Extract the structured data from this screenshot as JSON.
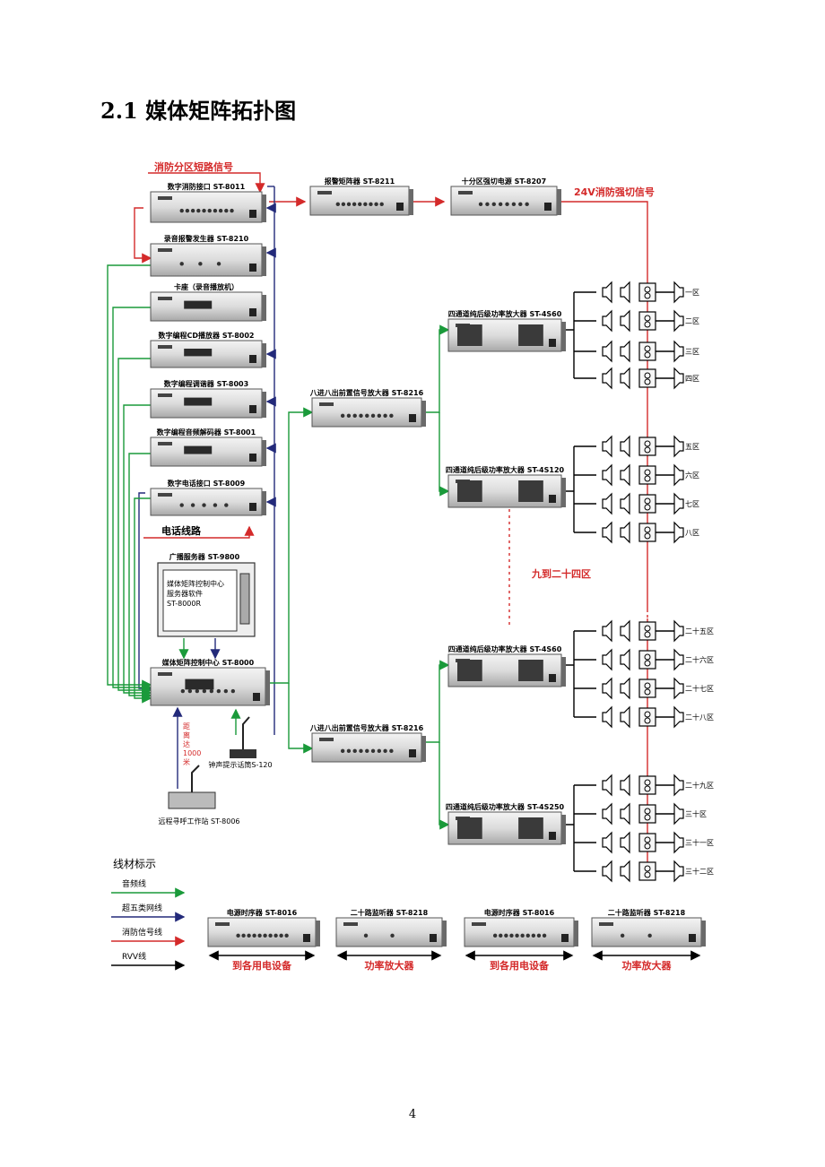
{
  "heading": "2.1  媒体矩阵拓扑图",
  "page_number": "4",
  "colors": {
    "audio": "#1a9a3a",
    "cat5e": "#232a7a",
    "fire": "#d42a2a",
    "rvv": "#000000"
  },
  "signals": {
    "fire_short": "消防分区短路信号",
    "fire_24v": "24V消防强切信号",
    "phone_line": "电话线路",
    "zones_9_24": "九到二十四区"
  },
  "devices": {
    "fire_interface": "数字消防接口 ST-8011",
    "alarm_matrix": "报警矩阵器 ST-8211",
    "power_supply": "十分区强切电源 ST-8207",
    "alarm_generator": "录音报警发生器 ST-8210",
    "cassette": "卡座（录音播放机）",
    "cd_player": "数字编程CD播放器 ST-8002",
    "tuner": "数字编程调谐器 ST-8003",
    "decoder": "数字编程音频解码器 ST-8001",
    "phone_interface": "数字电话接口 ST-8009",
    "server": "广播服务器 ST-9800",
    "server_screen": [
      "媒体矩阵控制中心",
      "服务器软件",
      "ST-8000R"
    ],
    "control_center": "媒体矩阵控制中心 ST-8000",
    "preamp_1": "八进八出前置信号放大器 ST-8216",
    "preamp_2": "八进八出前置信号放大器 ST-8216",
    "amp_1": "四通道纯后级功率放大器 ST-4S60",
    "amp_2": "四通道纯后级功率放大器 ST-4S120",
    "amp_3": "四通道纯后级功率放大器 ST-4S60",
    "amp_4": "四通道纯后级功率放大器 ST-4S250",
    "chime_mic": "钟声提示话筒S-120",
    "remote_station": "远程寻呼工作站 ST-8006",
    "distance_note": [
      "距",
      "离",
      "达",
      "1000",
      "米"
    ]
  },
  "zones": [
    "一区",
    "二区",
    "三区",
    "四区",
    "五区",
    "六区",
    "七区",
    "八区",
    "二十五区",
    "二十六区",
    "二十七区",
    "二十八区",
    "二十九区",
    "三十区",
    "三十一区",
    "三十二区"
  ],
  "legend": {
    "title": "线材标示",
    "items": [
      "音频线",
      "超五类网线",
      "消防信号线",
      "RVV线"
    ]
  },
  "bottom_devices": [
    {
      "name": "电源时序器 ST-8016",
      "label": "到各用电设备"
    },
    {
      "name": "二十路监听器 ST-8218",
      "label": "功率放大器"
    },
    {
      "name": "电源时序器 ST-8016",
      "label": "到各用电设备"
    },
    {
      "name": "二十路监听器 ST-8218",
      "label": "功率放大器"
    }
  ]
}
